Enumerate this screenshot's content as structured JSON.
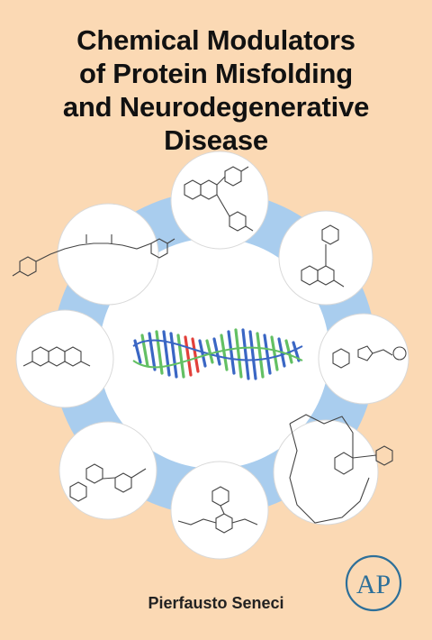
{
  "cover": {
    "title_lines": [
      "Chemical Modulators",
      "of Protein Misfolding",
      "and Neurodegenerative",
      "Disease"
    ],
    "author": "Pierfausto Seneci",
    "publisher_logo": "AP",
    "colors": {
      "background": "#fbd9b4",
      "ring": "#a9cdee",
      "circle": "#ffffff",
      "protein_blue": "#3a66c4",
      "protein_green": "#63c063",
      "protein_red": "#e2403a",
      "publisher": "#2d6f99"
    }
  }
}
